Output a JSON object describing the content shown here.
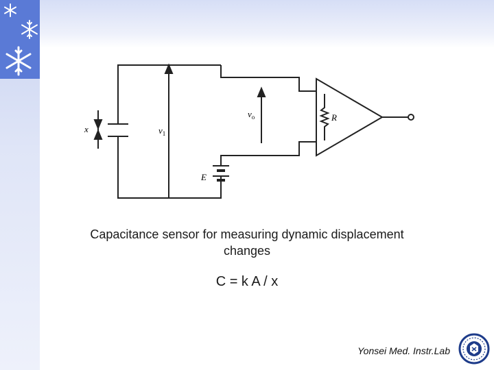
{
  "diagram": {
    "label_x": "x",
    "label_v1": "v",
    "label_v1_sub": "1",
    "label_vo": "v",
    "label_vo_sub": "o",
    "label_R": "R",
    "label_E": "E"
  },
  "caption": {
    "line1": "Capacitance sensor for measuring dynamic displacement",
    "line2": "changes"
  },
  "formula": "C = k A / x",
  "footer": "Yonsei Med. Instr.Lab",
  "colors": {
    "accent": "#5a7ad6",
    "sidebar": "#dfe5f7"
  }
}
